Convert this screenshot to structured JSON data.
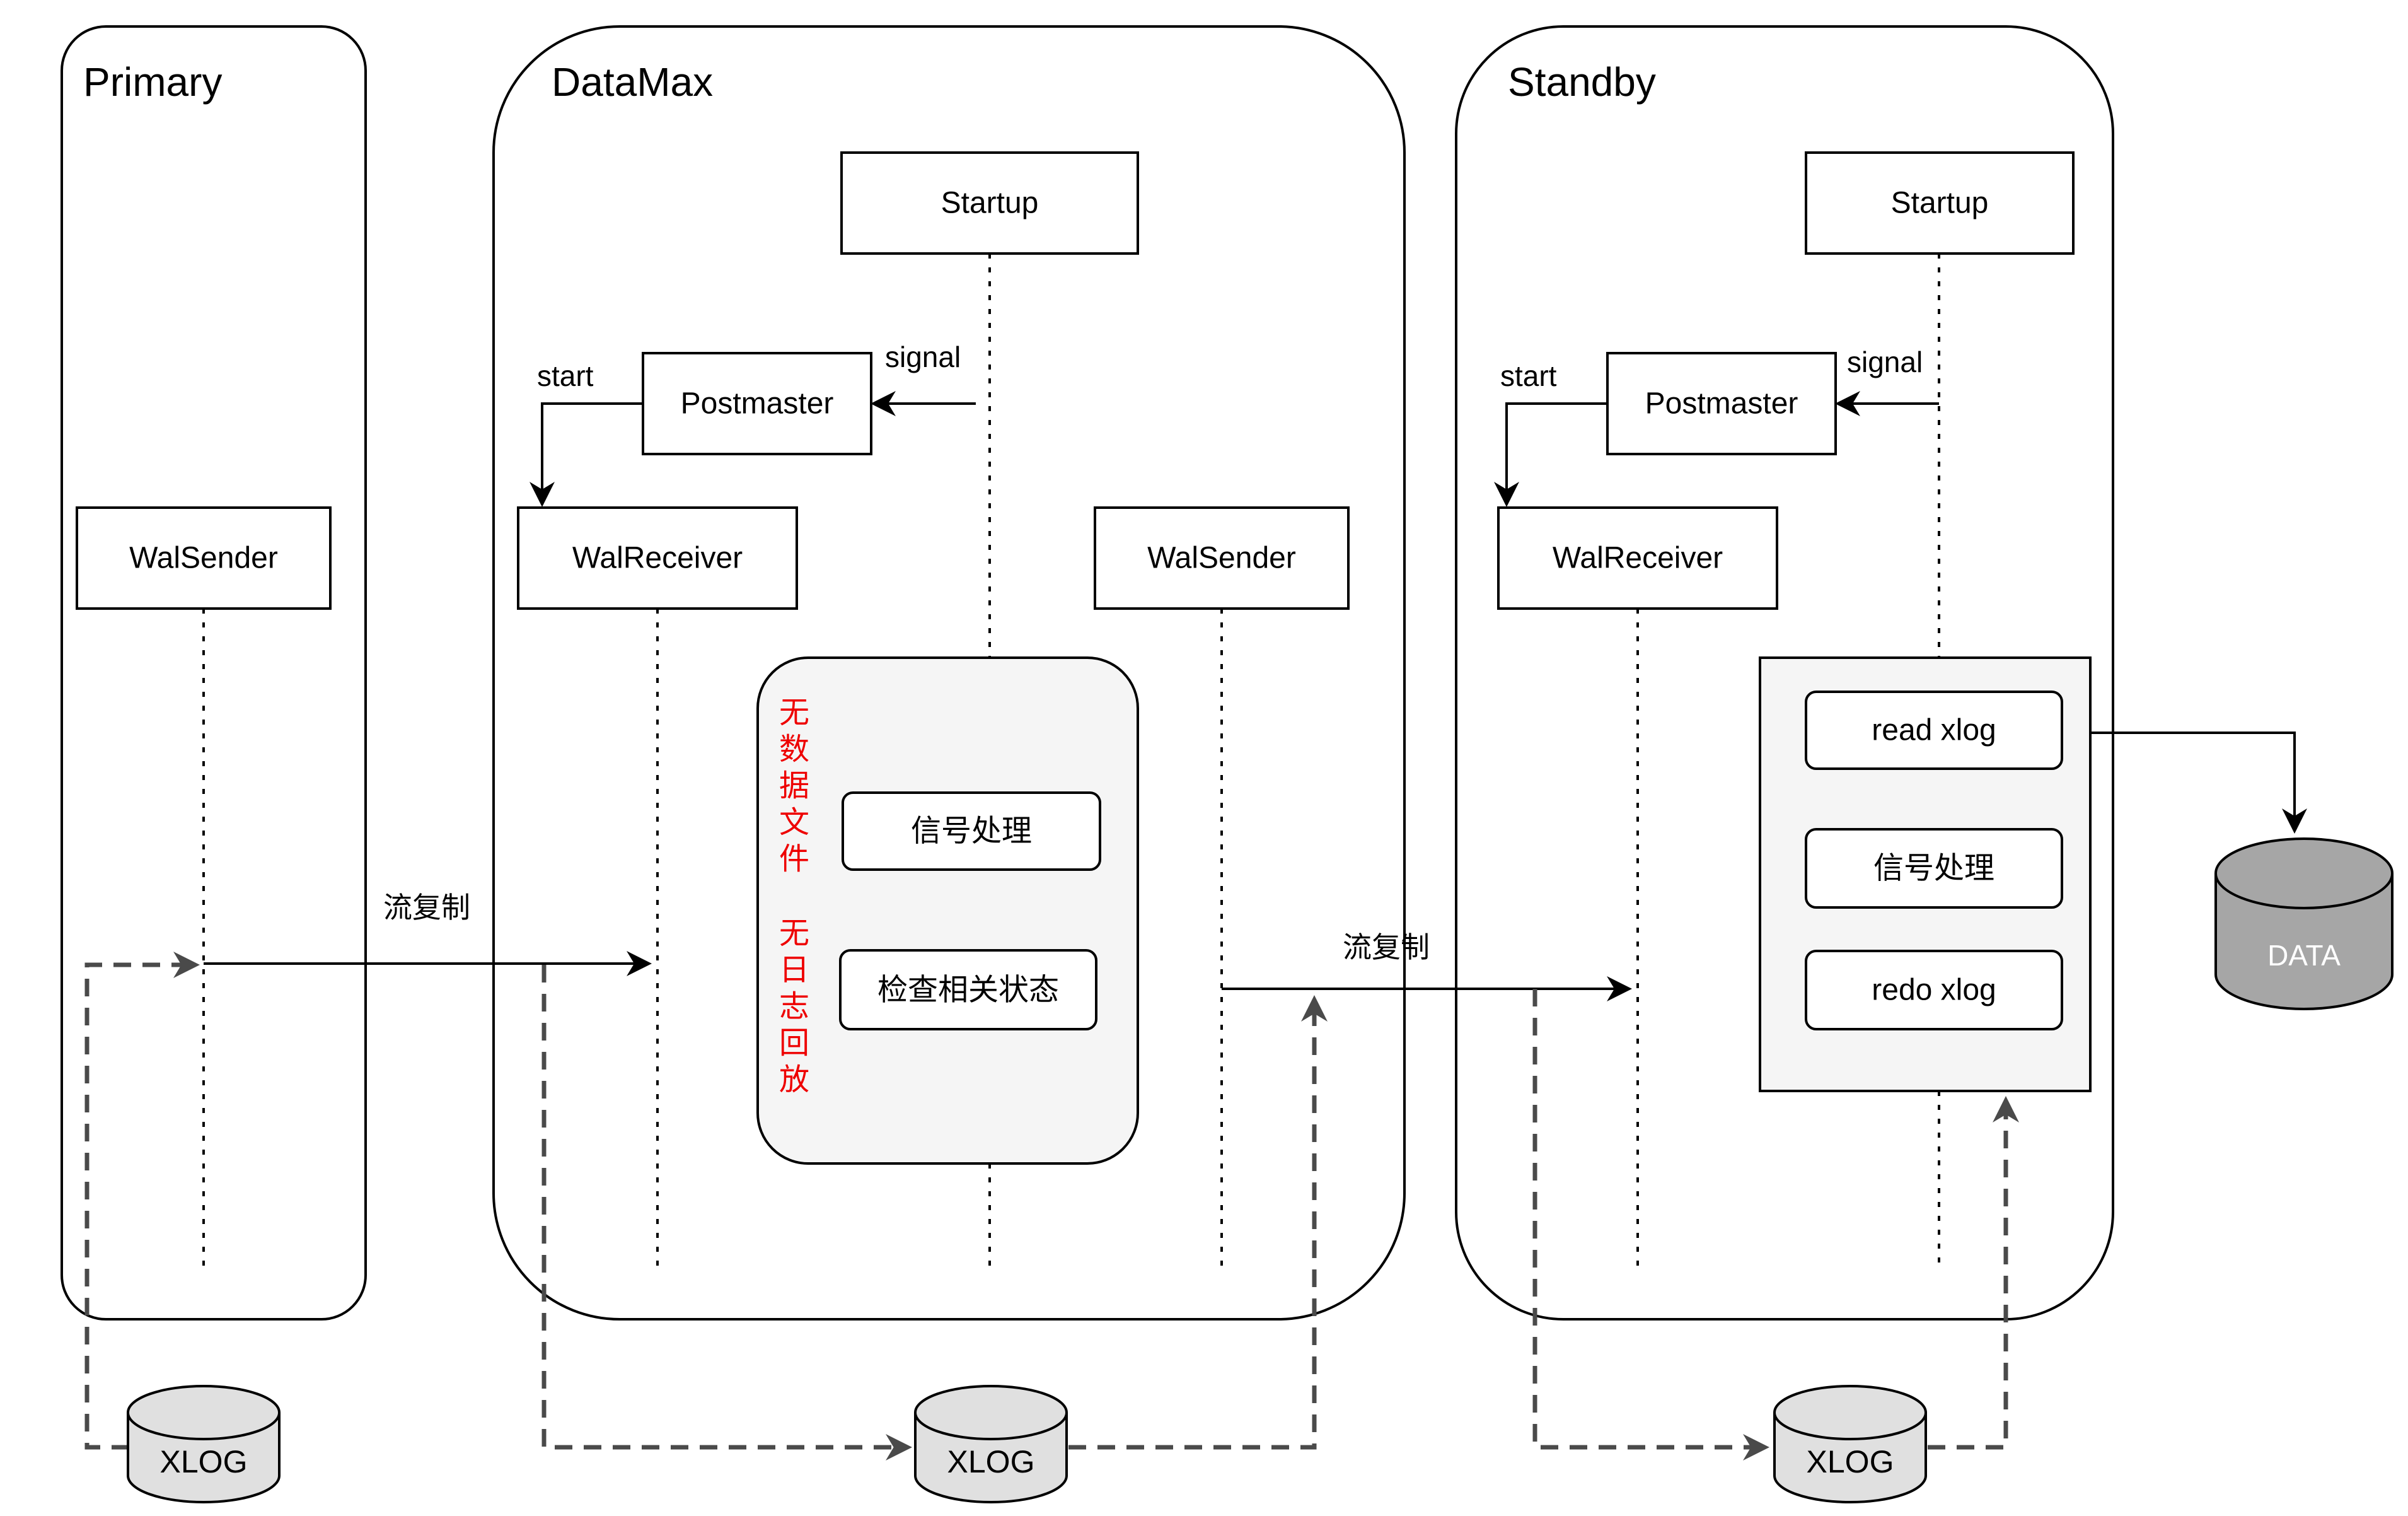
{
  "containers": {
    "primary": {
      "title": "Primary"
    },
    "datamax": {
      "title": "DataMax"
    },
    "standby": {
      "title": "Standby"
    }
  },
  "primary": {
    "walsender": "WalSender"
  },
  "datamax": {
    "startup": "Startup",
    "postmaster": "Postmaster",
    "walreceiver": "WalReceiver",
    "walsender": "WalSender",
    "start_label": "start",
    "signal_label": "signal",
    "notes": {
      "line1": [
        "无",
        "数",
        "据",
        "文",
        "件"
      ],
      "line2": [
        "无",
        "日",
        "志",
        "回",
        "放"
      ]
    },
    "signal_handling": "信号处理",
    "check_status": "检查相关状态"
  },
  "standby": {
    "startup": "Startup",
    "postmaster": "Postmaster",
    "walreceiver": "WalReceiver",
    "start_label": "start",
    "signal_label": "signal",
    "read_xlog": "read xlog",
    "signal_handling": "信号处理",
    "redo_xlog": "redo xlog"
  },
  "flows": {
    "replication_1": "流复制",
    "replication_2": "流复制"
  },
  "storage": {
    "xlog_primary": "XLOG",
    "xlog_datamax": "XLOG",
    "xlog_standby": "XLOG",
    "data": "DATA"
  },
  "colors": {
    "note_red": "#ee0000",
    "panel_fill": "#f5f5f5",
    "db_gray": "#e0e0e0",
    "db_dark": "#a6a6a6",
    "dashed_gray": "#4a4a4a"
  }
}
